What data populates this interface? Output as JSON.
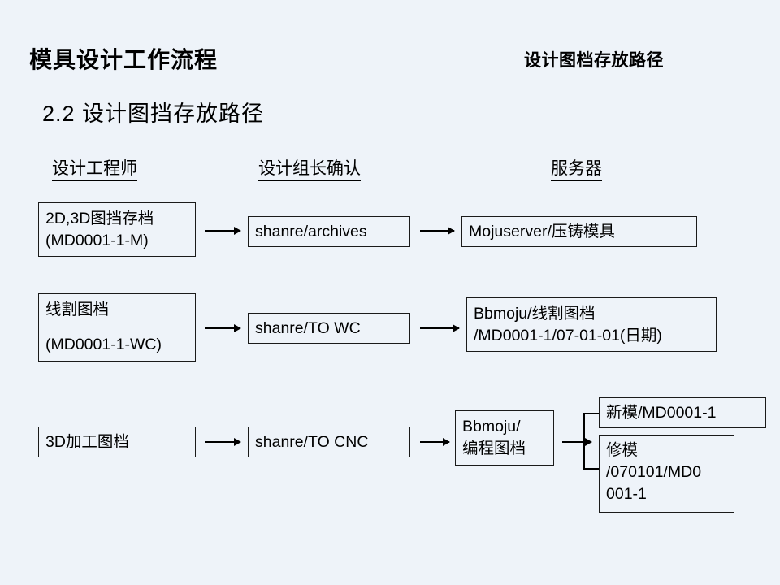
{
  "header": {
    "title_left": "模具设计工作流程",
    "title_right": "设计图档存放路径",
    "subtitle": "2.2 设计图挡存放路径"
  },
  "columns": [
    {
      "label": "设计工程师"
    },
    {
      "label": "设计组长确认"
    },
    {
      "label": "服务器"
    }
  ],
  "flow": {
    "row1": {
      "source_line1": "2D,3D图挡存档",
      "source_line2": "(MD0001-1-M)",
      "approval": "shanre/archives",
      "server": "Mojuserver/压铸模具"
    },
    "row2": {
      "source_line1": "线割图档",
      "source_line2": "(MD0001-1-WC)",
      "approval": "shanre/TO WC",
      "server_line1": "Bbmoju/线割图档",
      "server_line2": "/MD0001-1/07-01-01(日期)"
    },
    "row3": {
      "source": "3D加工图档",
      "approval": "shanre/TO CNC",
      "server_line1": "Bbmoju/",
      "server_line2": "编程图档",
      "branch_a": "新模/MD0001-1",
      "branch_b_line1": "修模",
      "branch_b_line2": "/070101/MD0",
      "branch_b_line3": "001-1"
    }
  }
}
